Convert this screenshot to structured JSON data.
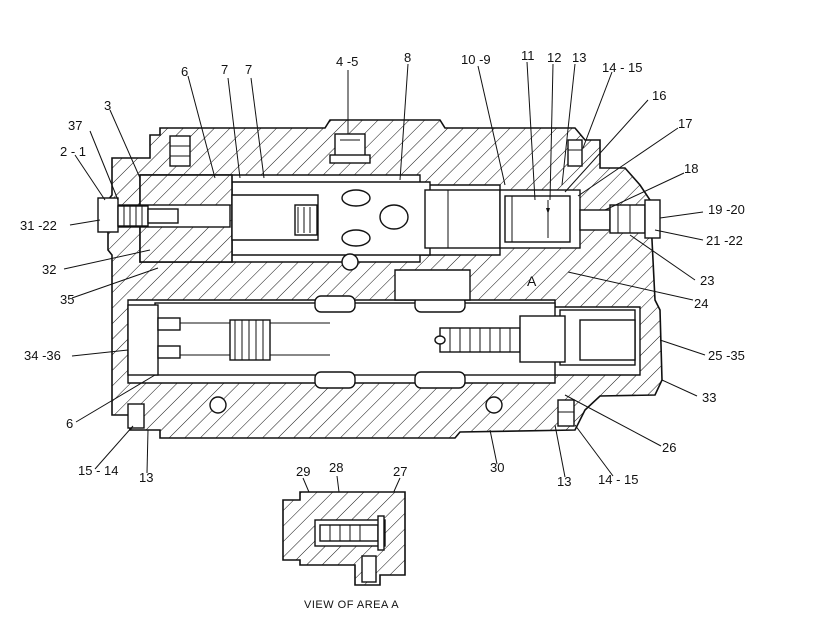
{
  "labels": {
    "l_4_5": "4 -5",
    "l_8": "8",
    "l_10_9": "10 -9",
    "l_11": "11",
    "l_12": "12",
    "l_13_top": "13",
    "l_14_15_top": "14 - 15",
    "l_16": "16",
    "l_17": "17",
    "l_18": "18",
    "l_19_20": "19 -20",
    "l_21_22": "21 -22",
    "l_23": "23",
    "l_24": "24",
    "l_25_35": "25 -35",
    "l_33": "33",
    "l_26": "26",
    "l_14_15_bot": "14 - 15",
    "l_13_bot_r": "13",
    "l_30": "30",
    "l_13_bot_l": "13",
    "l_15_14": "15 - 14",
    "l_6_bot": "6",
    "l_34_36": "34 -36",
    "l_35": "35",
    "l_32": "32",
    "l_31_22": "31 -22",
    "l_2_1": "2 - 1",
    "l_37": "37",
    "l_3": "3",
    "l_6_top": "6",
    "l_7a": "7",
    "l_7b": "7",
    "l_A": "A",
    "l_29": "29",
    "l_28": "28",
    "l_27": "27"
  },
  "caption": "VIEW OF AREA A"
}
